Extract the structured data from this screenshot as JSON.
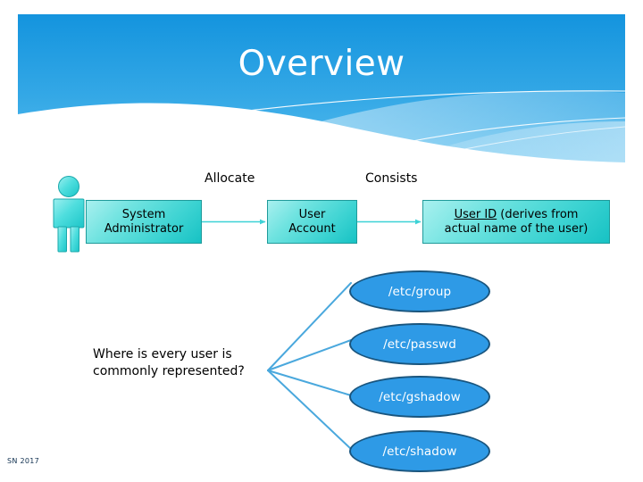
{
  "slide": {
    "title": "Overview",
    "footer": "SN 2017",
    "background_color": "#ffffff",
    "banner_color_top": "#1b9ae0",
    "banner_color_bottom": "#62c4f0"
  },
  "diagram": {
    "actor": {
      "icon": "person-icon",
      "color": "#3ddedd"
    },
    "flow": {
      "boxes": [
        {
          "id": "sysadmin",
          "line1": "System",
          "line2": "Administrator"
        },
        {
          "id": "useraccount",
          "line1": "User",
          "line2": "Account"
        },
        {
          "id": "userid",
          "underlined": "User ID",
          "rest_line1": " (derives from",
          "line2": "actual name of the user)"
        }
      ],
      "edge_labels": [
        {
          "id": "allocate",
          "text": "Allocate"
        },
        {
          "id": "consists",
          "text": "Consists"
        }
      ],
      "box_fill": "#3cd3d2",
      "box_border": "#1f9a9a",
      "connector_color": "#3dd2d6"
    },
    "question": {
      "line1": "Where is every user is",
      "line2": "commonly represented?"
    },
    "files": {
      "items": [
        {
          "label": "/etc/group"
        },
        {
          "label": "/etc/passwd"
        },
        {
          "label": "/etc/gshadow"
        },
        {
          "label": "/etc/shadow"
        }
      ],
      "fill": "#2e9ae6",
      "border": "#19557e",
      "text_color": "#ffffff",
      "connector_color": "#4aa8dd"
    }
  }
}
